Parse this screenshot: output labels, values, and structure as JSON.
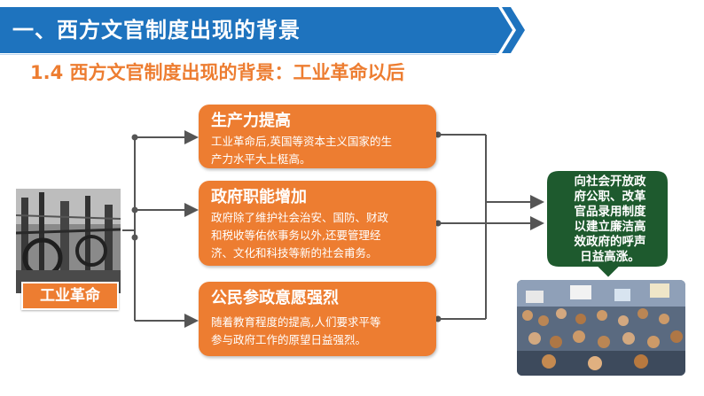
{
  "header": {
    "title": "一、西方文官制度出现的背景"
  },
  "subtitle": "1.4 西方文官制度出现的背景：工业革命以后",
  "left": {
    "label": "工业革命"
  },
  "boxes": [
    {
      "title": "生产力提高",
      "lines": [
        "工业革命后,英国等资本主义国家的生",
        "产力水平大上梃高。"
      ]
    },
    {
      "title": "政府职能增加",
      "lines": [
        "政府除了维护社会治安、国防、财政",
        "和税收等佑依事务以外,还要管理经",
        "济、文化和科技等新的社会甫务。"
      ]
    },
    {
      "title": "公民参政意愿强烈",
      "lines": [
        "随着教育程度的提高,人们要求平等",
        "参与政府工作的原望日益强烈。"
      ]
    }
  ],
  "result": {
    "lines": [
      "向社会开放政",
      "府公职、改革",
      "官品录用制度",
      "以建立廉洁高",
      "效政府的呼声",
      "日益高涨。"
    ]
  },
  "colors": {
    "header_blue": "#1E73BE",
    "accent_orange": "#ED7D31",
    "result_green": "#1E5A2E"
  }
}
